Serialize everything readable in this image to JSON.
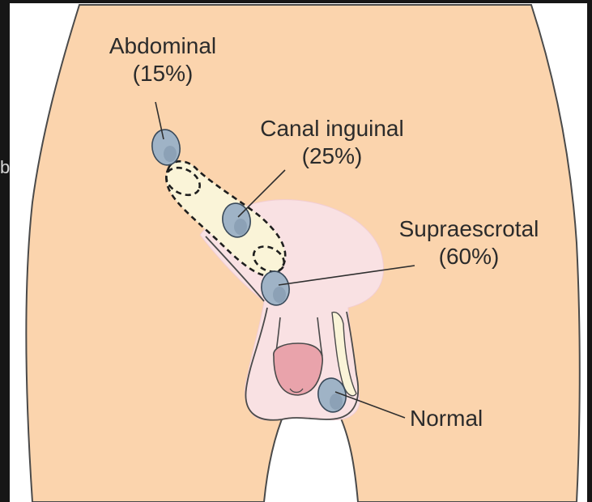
{
  "edge_glyph": "b",
  "labels": {
    "abdominal": {
      "name": "Abdominal",
      "pct": "(15%)"
    },
    "canal": {
      "name": "Canal inguinal",
      "pct": "(25%)"
    },
    "supra": {
      "name": "Supraescrotal",
      "pct": "(60%)"
    },
    "normal": {
      "name": "Normal"
    }
  },
  "colors": {
    "skin": "#fbd4ad",
    "body_outline": "#4a4a4a",
    "scrotum": "#f9e1e3",
    "glans": "#e9a3ab",
    "canal": "#faf4d8",
    "testis": "#9fb3c6",
    "testis_shade": "#7a90a6",
    "leader_line": "#2f2f2f",
    "text": "#2b2b2b"
  }
}
